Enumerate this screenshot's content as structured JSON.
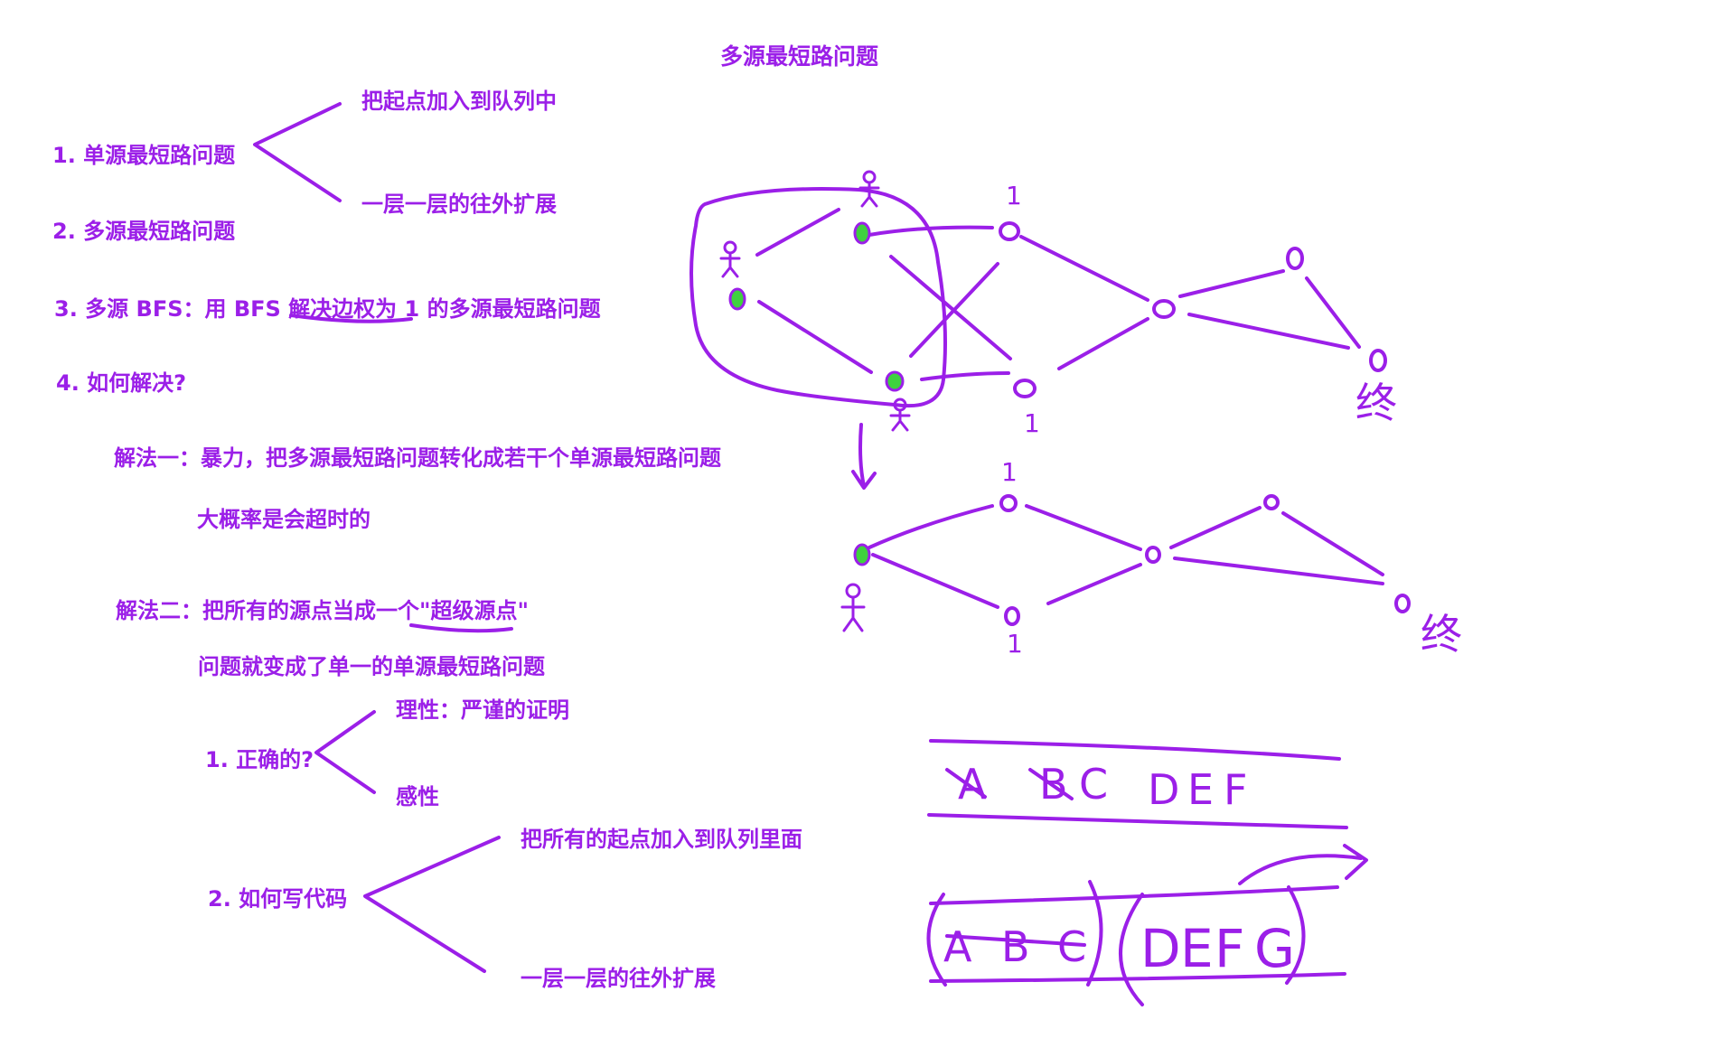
{
  "title": "多源最短路问题",
  "notes": {
    "q1": "1. 单源最短路问题",
    "q1_a": "把起点加入到队列中",
    "q1_b": "一层一层的往外扩展",
    "q2": "2. 多源最短路问题",
    "q3": "3. 多源 BFS：用 BFS 解决边权为 1 的多源最短路问题",
    "q4": "4. 如何解决?",
    "s1": "解法一：暴力，把多源最短路问题转化成若干个单源最短路问题",
    "s1_note": "大概率是会超时的",
    "s2": "解法二：把所有的源点当成一个\"超级源点\"",
    "s2_note": "问题就变成了单一的单源最短路问题",
    "c1": "1. 正确的?",
    "c1_a": "理性：严谨的证明",
    "c1_b": "感性",
    "c2": "2. 如何写代码",
    "c2_a": "把所有的起点加入到队列里面",
    "c2_b": "一层一层的往外扩展"
  },
  "graph_labels": {
    "end_top": "终",
    "end_bottom": "终",
    "one": "1",
    "queue1": [
      "A",
      "B",
      "C",
      "D",
      "E",
      "F"
    ],
    "queue2": [
      "A",
      "B",
      "C",
      "D",
      "E",
      "F",
      "G"
    ]
  },
  "colors": {
    "ink": "#9b1fe8",
    "source": "#3fd13f",
    "background": "#ffffff"
  }
}
